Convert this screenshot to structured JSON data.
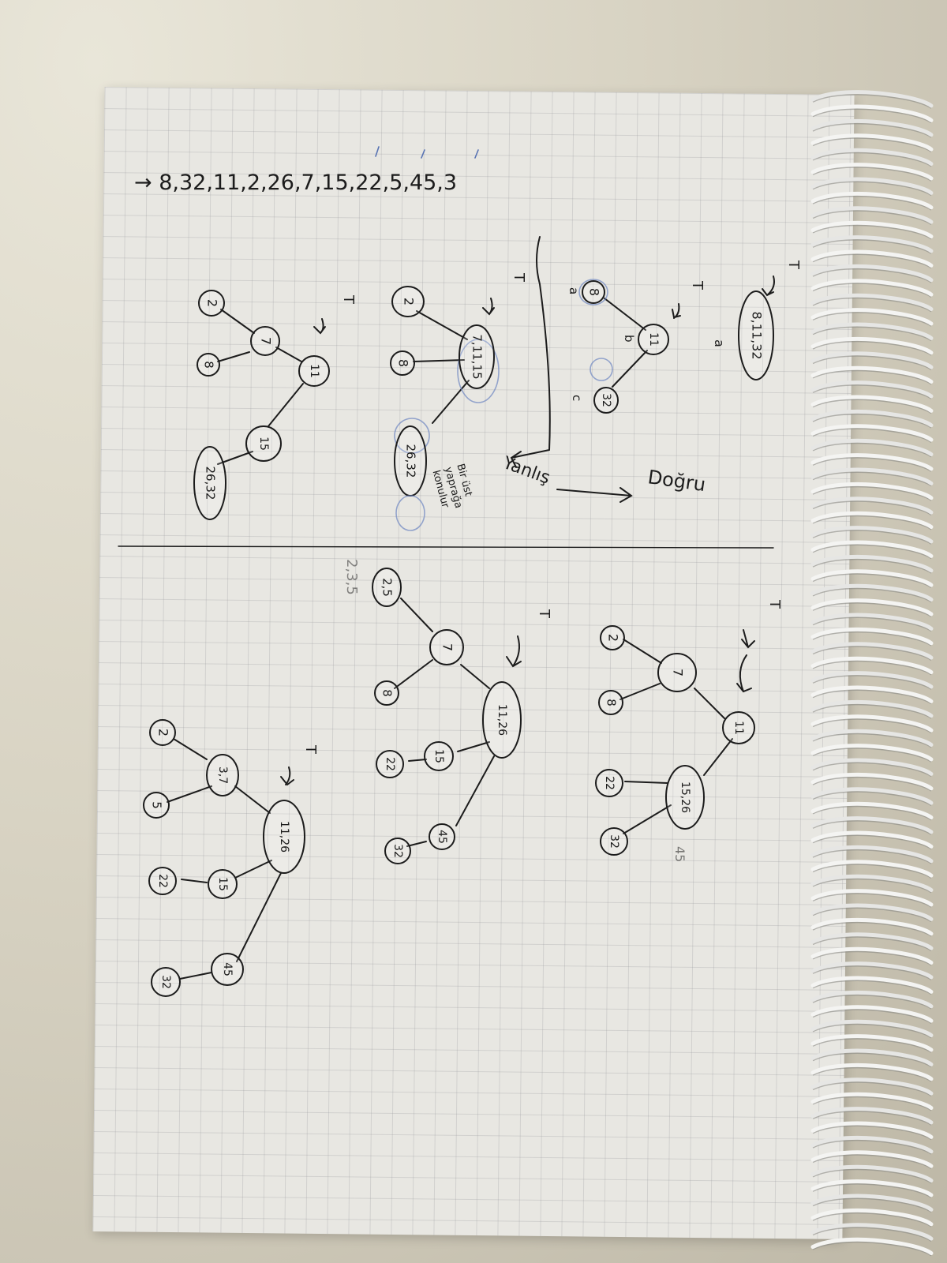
{
  "sequence": "→ 8,32,11,2,26,7,15,22,5,45,3",
  "pointer_label": "T",
  "page_top": {
    "note_left": "Yanlış",
    "note_right": "Doğru",
    "blue_note_lines": [
      "Bir üst",
      "yaprağa",
      "konulur"
    ],
    "tree_letters": [
      "a",
      "b",
      "c",
      "a"
    ],
    "single_node": "8,11,32",
    "tree_a": {
      "left": "8",
      "root": "11",
      "right": "32"
    },
    "tree_b": {
      "n1": "2",
      "n2": "8",
      "root": "7,11,15",
      "n3": "26,32"
    },
    "tree_c": {
      "n1": "2",
      "n2": "8",
      "n3": "7",
      "n4": "11",
      "n5": "15",
      "n6": "26,32"
    }
  },
  "page_bottom": {
    "tree_d": {
      "n1": "2",
      "n2": "8",
      "n3": "7",
      "n4": "11",
      "n5": "22",
      "n6": "15,26",
      "n7": "32",
      "ghost": "45"
    },
    "tree_e": {
      "n1": "2,5",
      "n2": "7",
      "n3": "8",
      "n4": "11,26",
      "n5": "15",
      "n6": "22",
      "n7": "45",
      "n8": "32",
      "ghost": "2,3,5"
    },
    "tree_f": {
      "n1": "2",
      "n2": "3,7",
      "n3": "5",
      "n4": "11,26",
      "n5": "15",
      "n6": "22",
      "n7": "45",
      "n8": "32"
    }
  }
}
